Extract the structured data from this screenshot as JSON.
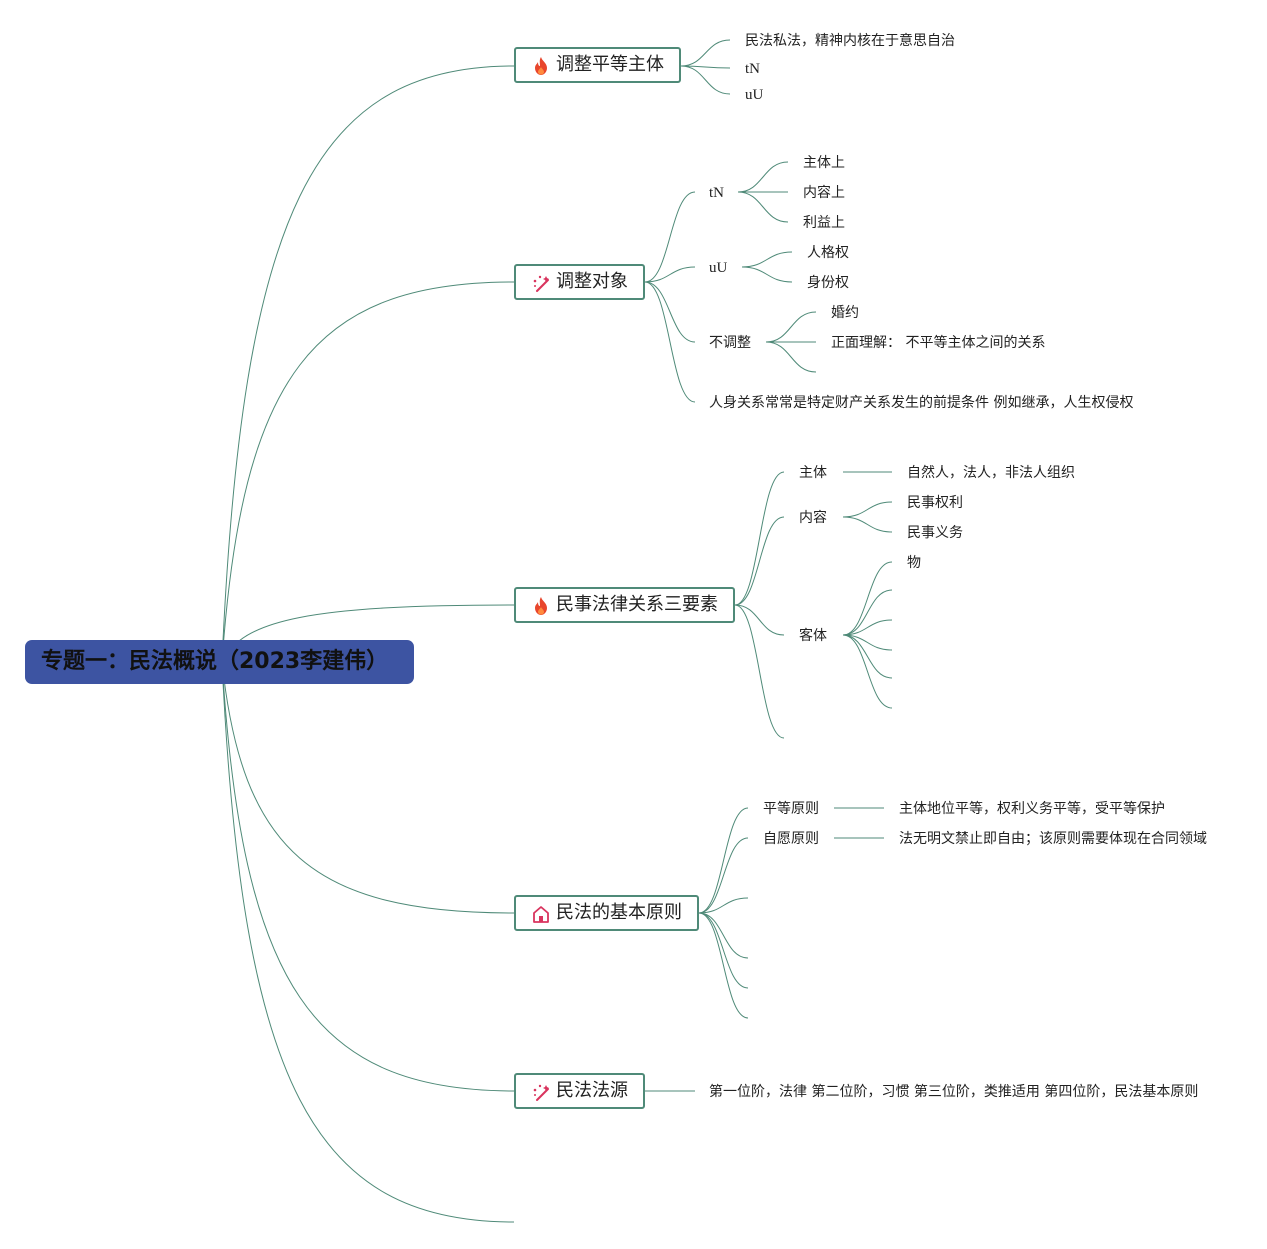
{
  "root": {
    "title": "专题一：民法概说（2023李建伟）"
  },
  "colors": {
    "root_fill": "#3d54a2",
    "topic_border": "#4f8a78",
    "connector": "#4f8a78",
    "fire_icon": "#e8462c",
    "accent_icon": "#d9345e"
  },
  "branches": [
    {
      "title": "调整平等主体",
      "icon": "fire-icon",
      "children": [
        {
          "label": "民法私法，精神内核在于意思自治"
        },
        {
          "label": "tN"
        },
        {
          "label": "uU"
        }
      ]
    },
    {
      "title": "调整对象",
      "icon": "sparkle-icon",
      "children": [
        {
          "label": "tN",
          "children": [
            {
              "label": "主体上"
            },
            {
              "label": "内容上"
            },
            {
              "label": "利益上"
            }
          ]
        },
        {
          "label": "uU",
          "children": [
            {
              "label": "人格权"
            },
            {
              "label": "身份权"
            }
          ]
        },
        {
          "label": "不调整",
          "children": [
            {
              "label": "婚约"
            },
            {
              "label": "正面理解： 不平等主体之间的关系"
            },
            {
              "label": ""
            }
          ]
        },
        {
          "label": "人身关系常常是特定财产关系发生的前提条件 例如继承，人生权侵权"
        }
      ]
    },
    {
      "title": "民事法律关系三要素",
      "icon": "fire-icon",
      "children": [
        {
          "label": "主体",
          "children": [
            {
              "label": "自然人，法人，非法人组织"
            }
          ]
        },
        {
          "label": "内容",
          "children": [
            {
              "label": "民事权利"
            },
            {
              "label": "民事义务"
            }
          ]
        },
        {
          "label": "客体",
          "children": [
            {
              "label": "物"
            },
            {
              "label": ""
            },
            {
              "label": ""
            },
            {
              "label": ""
            },
            {
              "label": ""
            },
            {
              "label": ""
            }
          ]
        },
        {
          "label": ""
        }
      ]
    },
    {
      "title": "民法的基本原则",
      "icon": "home-icon",
      "children": [
        {
          "label": "平等原则",
          "children": [
            {
              "label": "主体地位平等，权利义务平等，受平等保护"
            }
          ]
        },
        {
          "label": "自愿原则",
          "children": [
            {
              "label": "法无明文禁止即自由；该原则需要体现在合同领域"
            }
          ]
        },
        {
          "label": ""
        },
        {
          "label": ""
        },
        {
          "label": ""
        },
        {
          "label": ""
        }
      ]
    },
    {
      "title": "民法法源",
      "icon": "sparkle-icon",
      "children": [
        {
          "label": "第一位阶，法律 第二位阶，习惯 第三位阶，类推适用 第四位阶，民法基本原则"
        }
      ]
    }
  ]
}
